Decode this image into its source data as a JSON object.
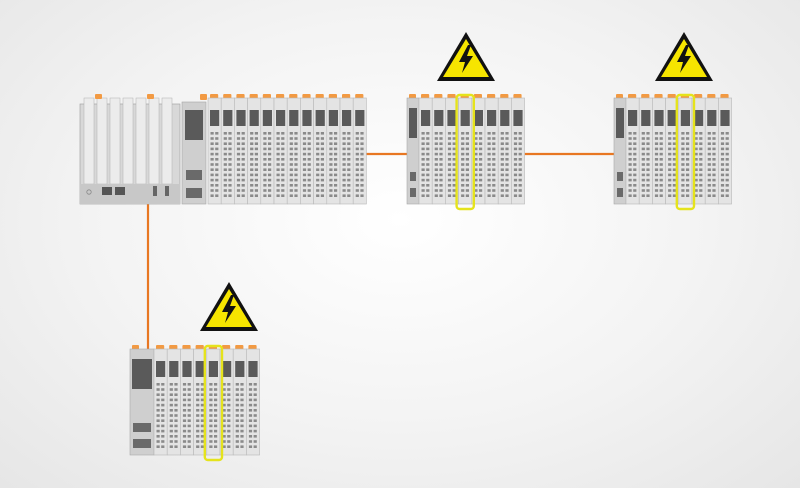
{
  "colors": {
    "cable": "#e87722",
    "tab": "#f29a43",
    "highlight": "#e5e31c",
    "warning_fill": "#f6e500",
    "module_light": "#e4e4e4",
    "module_mid": "#cfcfcf",
    "module_dark": "#5a5a5a",
    "slot": "#8a8a8a"
  },
  "icons": {
    "warning": "high-voltage-warning-icon"
  },
  "stations": [
    {
      "name": "controller-station",
      "type": "controller",
      "io_modules": 12,
      "highlighted_module": null,
      "warning": false
    },
    {
      "name": "remote-station-1",
      "type": "coupler",
      "io_modules": 8,
      "highlighted_module": 4,
      "warning": true
    },
    {
      "name": "remote-station-2",
      "type": "coupler",
      "io_modules": 8,
      "highlighted_module": 5,
      "warning": true
    },
    {
      "name": "remote-station-3",
      "type": "bus-coupler",
      "io_modules": 8,
      "highlighted_module": 5,
      "warning": true
    }
  ],
  "connections": [
    {
      "from": "controller-station",
      "to": "remote-station-1"
    },
    {
      "from": "remote-station-1",
      "to": "remote-station-2"
    },
    {
      "from": "controller-station",
      "to": "remote-station-3"
    }
  ]
}
